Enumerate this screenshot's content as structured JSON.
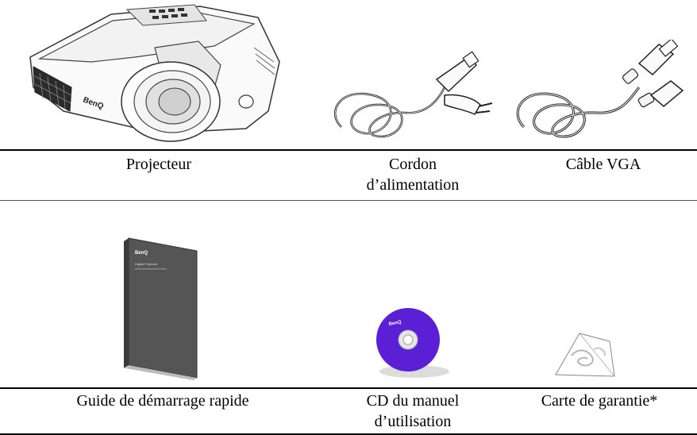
{
  "row1": {
    "projector": {
      "label": "Projecteur",
      "brand": "BenQ"
    },
    "power_cord": {
      "label_line1": "Cordon",
      "label_line2": "d’alimentation"
    },
    "vga_cable": {
      "label": "Câble VGA"
    }
  },
  "row2": {
    "quick_guide": {
      "label": "Guide de démarrage rapide",
      "brand": "BenQ",
      "title": "Digital Projector"
    },
    "cd": {
      "label_line1": "CD du manuel",
      "label_line2": "d’utilisation",
      "brand": "BenQ"
    },
    "warranty": {
      "label": "Carte de garantie*"
    }
  },
  "colors": {
    "cd_disc": "#5b1fd6",
    "booklet": "#555555",
    "rule": "#000000"
  }
}
